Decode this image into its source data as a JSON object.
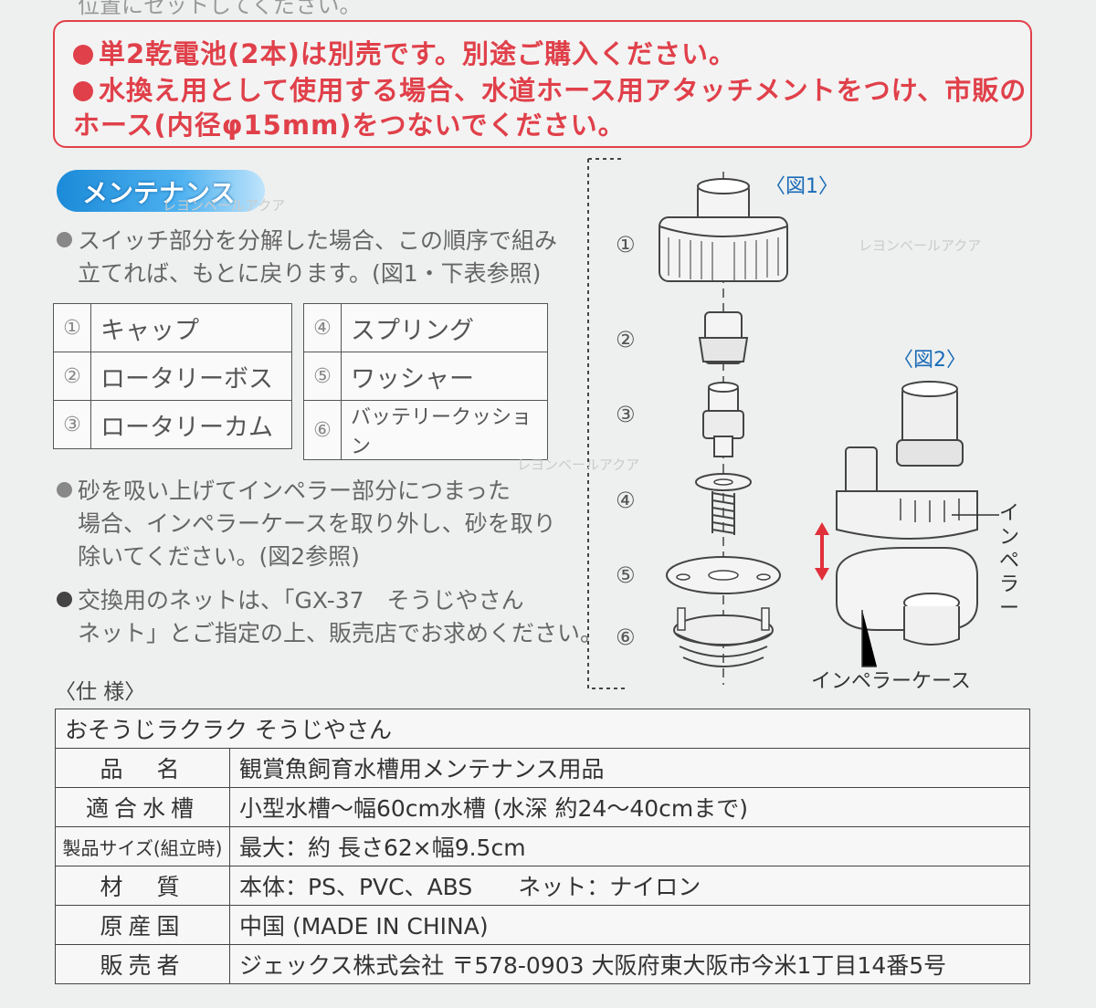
{
  "top_cut_text": "位置にセットしてください。",
  "warnings": [
    "単2乾電池(2本)は別売です。別途ご購入ください。",
    "水換え用として使用する場合、水道ホース用アタッチメントをつけ、市販の",
    "ホース(内径φ15mm)をつないでください。"
  ],
  "maintenance": {
    "title": "メンテナンス",
    "watermark": "レヨンベールアクア",
    "intro_lines": [
      "スイッチ部分を分解した場合、この順序で組み",
      "立てれば、もとに戻ります。(図1・下表参照)"
    ],
    "parts_left": [
      {
        "num": "①",
        "name": "キャップ"
      },
      {
        "num": "②",
        "name": "ロータリーボス"
      },
      {
        "num": "③",
        "name": "ロータリーカム"
      }
    ],
    "parts_right": [
      {
        "num": "④",
        "name": "スプリング"
      },
      {
        "num": "⑤",
        "name": "ワッシャー"
      },
      {
        "num": "⑥",
        "name": "バッテリークッション"
      }
    ],
    "sand_lines": [
      "砂を吸い上げてインペラー部分につまった",
      "場合、インペラーケースを取り外し、砂を取り",
      "除いてください。(図2参照)"
    ],
    "net_lines": [
      "交換用のネットは、「GX-37　そうじやさん",
      "ネット」とご指定の上、販売店でお求めください。"
    ]
  },
  "figures": {
    "fig1_label": "〈図1〉",
    "fig2_label": "〈図2〉",
    "numbers": [
      "①",
      "②",
      "③",
      "④",
      "⑤",
      "⑥"
    ],
    "impeller_label": "インペラー",
    "impeller_case_label": "インペラーケース",
    "watermark": "レヨンベールアクア"
  },
  "spec": {
    "heading": "〈仕 様〉",
    "product": "おそうじラクラク そうじやさん",
    "rows": [
      {
        "key": "品　名",
        "value": "観賞魚飼育水槽用メンテナンス用品"
      },
      {
        "key": "適合水槽",
        "value": "小型水槽〜幅60cm水槽 (水深 約24〜40cmまで)"
      },
      {
        "key": "製品サイズ(組立時)",
        "value": "最大：約 長さ62×幅9.5cm"
      },
      {
        "key": "材　質",
        "value": "本体：PS、PVC、ABS　　ネット：ナイロン"
      },
      {
        "key": "原産国",
        "value": "中国 (MADE IN CHINA)"
      },
      {
        "key": "販売者",
        "value": "ジェックス株式会社 〒578-0903 大阪府東大阪市今米1丁目14番5号"
      }
    ]
  },
  "colors": {
    "warning": "#e0404a",
    "badge": "#1b8ad8",
    "figure_label": "#1a6bb8",
    "arrow": "#e0303a"
  }
}
